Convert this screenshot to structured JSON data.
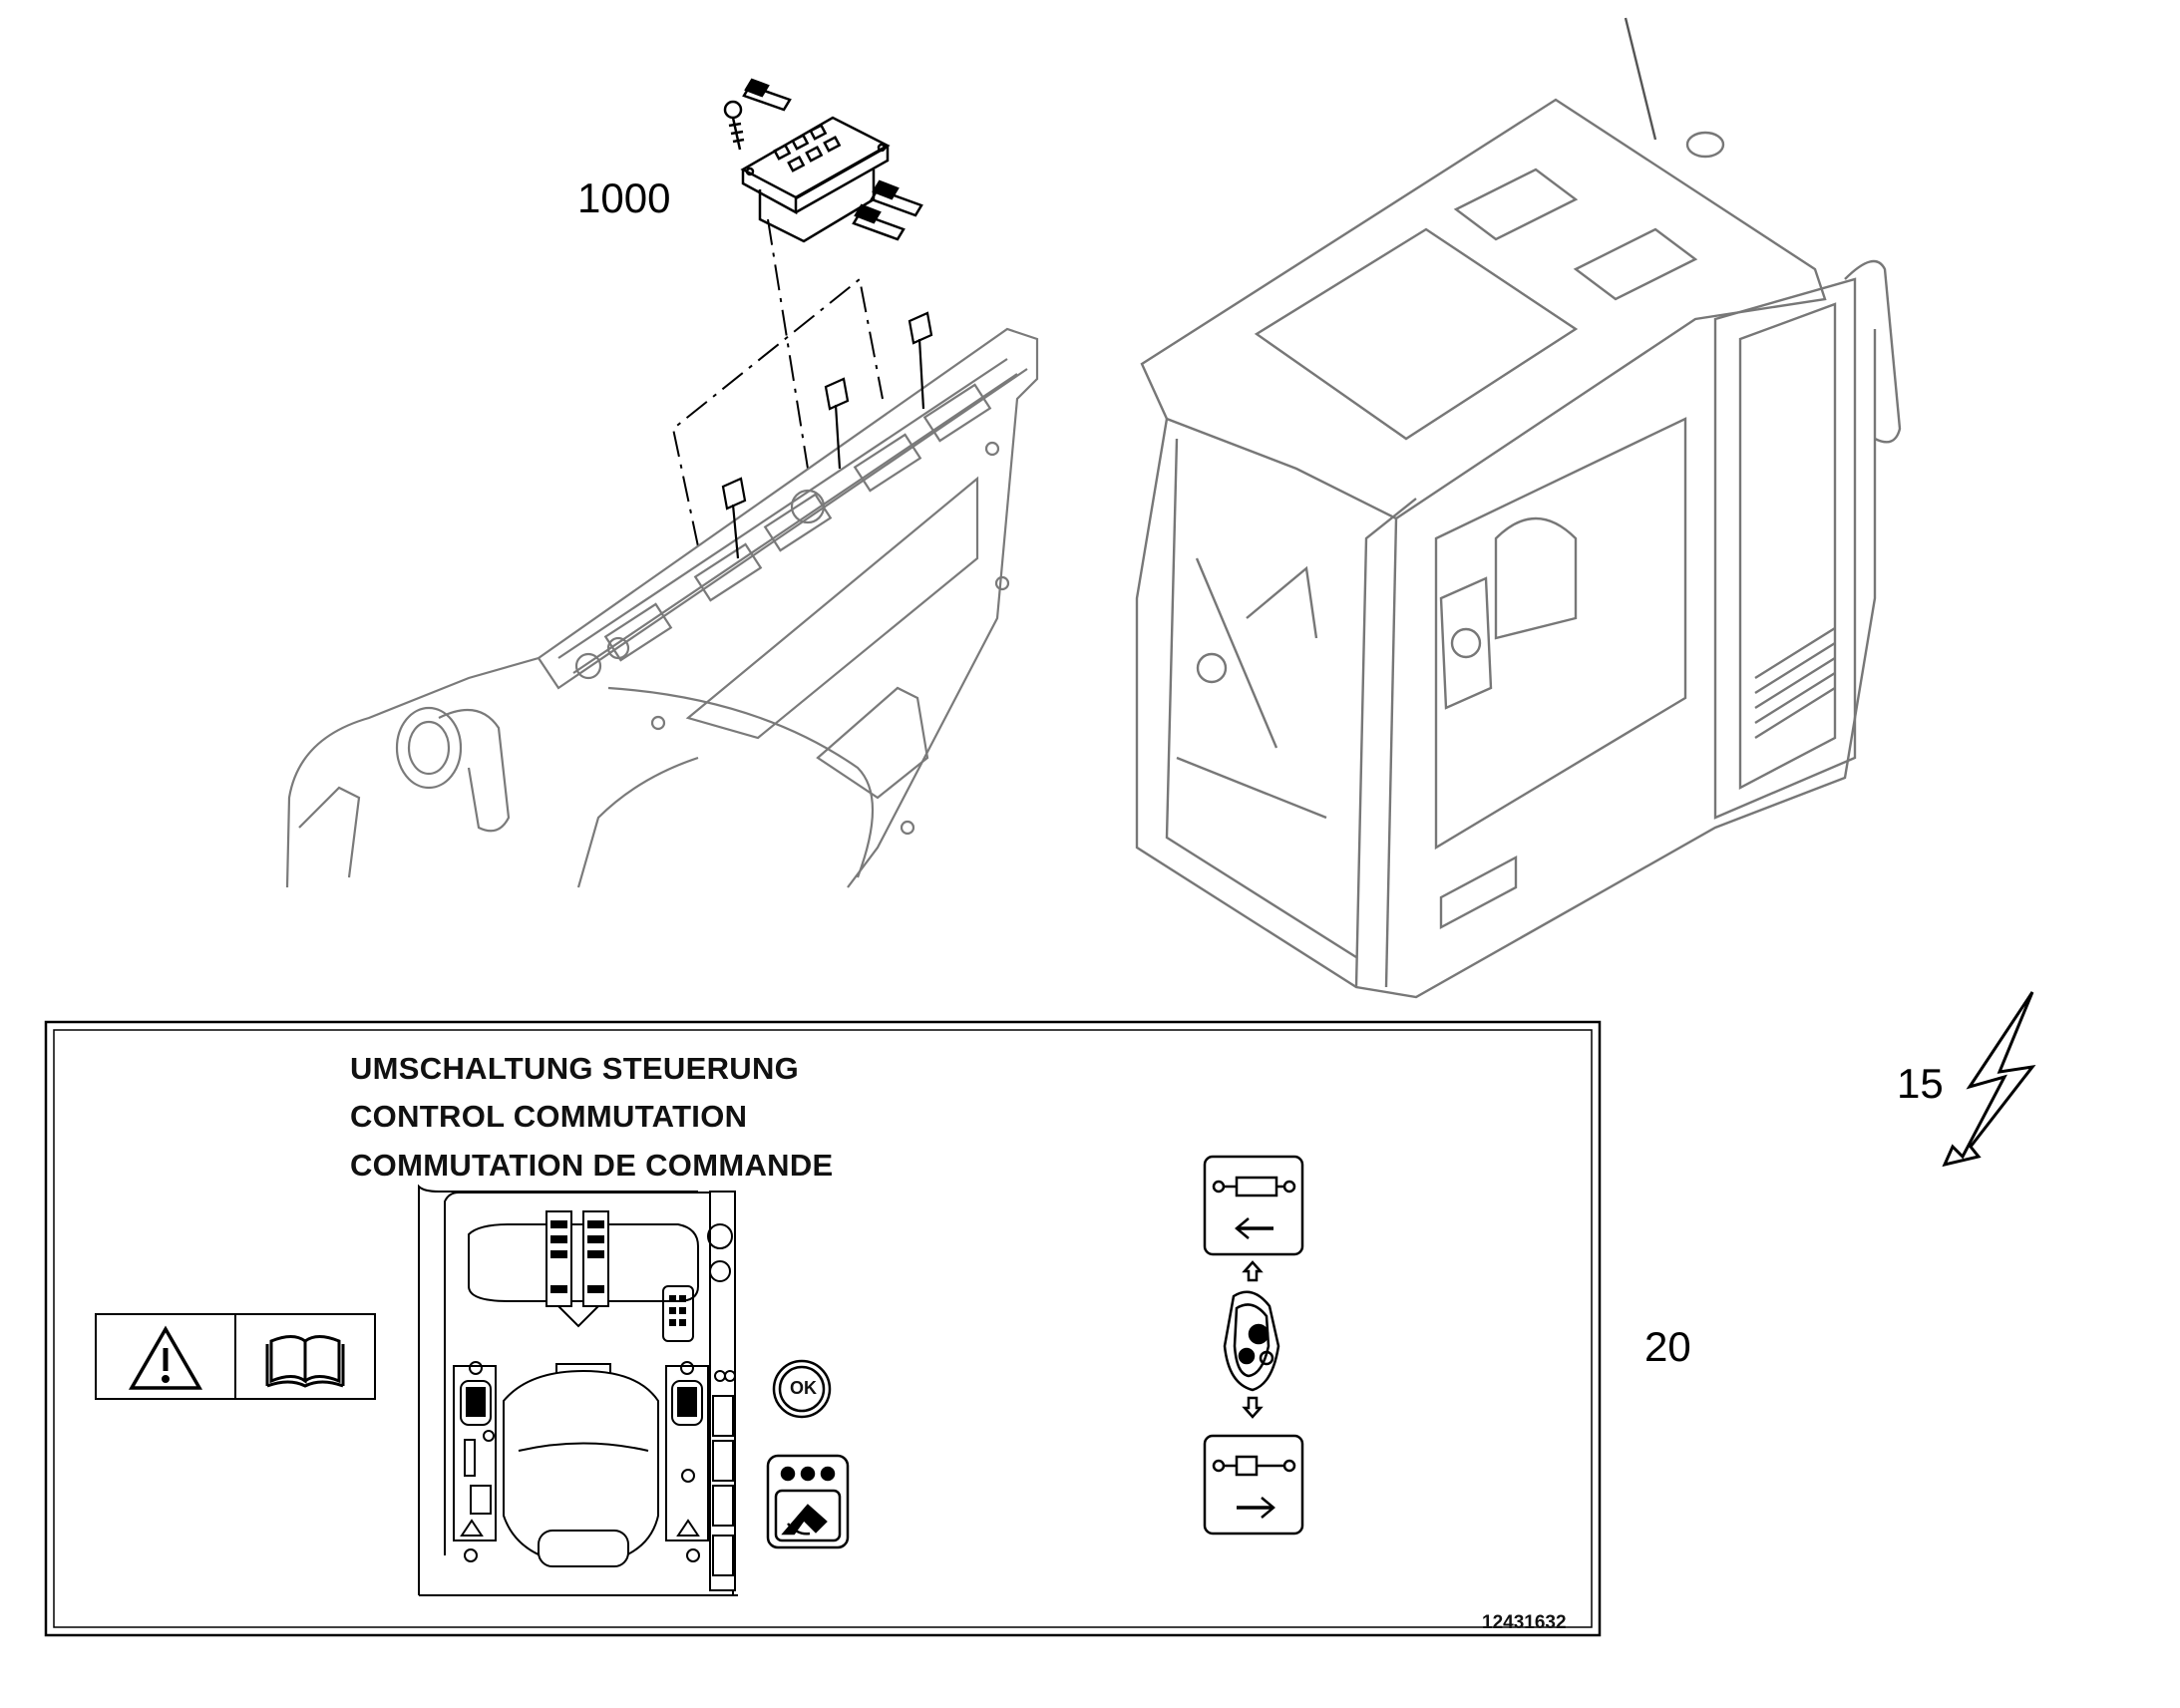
{
  "callouts": {
    "switch_module": "1000",
    "electrical_ref": "15",
    "label_ref": "20"
  },
  "label": {
    "title_de": "UMSCHALTUNG STEUERUNG",
    "title_en": "CONTROL COMMUTATION",
    "title_fr": "COMMUTATION DE COMMANDE",
    "ok_button": "OK",
    "part_number": "12431632"
  },
  "icons": {
    "warning": "warning-triangle-icon",
    "manual": "open-book-icon",
    "lightning": "lightning-bolt-icon",
    "cylinder_retract": "cylinder-retract-icon",
    "cylinder_extend": "cylinder-extend-icon",
    "joystick": "joystick-icon",
    "control_mode": "excavator-control-icon"
  },
  "colors": {
    "line": "#000000",
    "faded_line": "#7a7a7a",
    "background": "#ffffff"
  }
}
